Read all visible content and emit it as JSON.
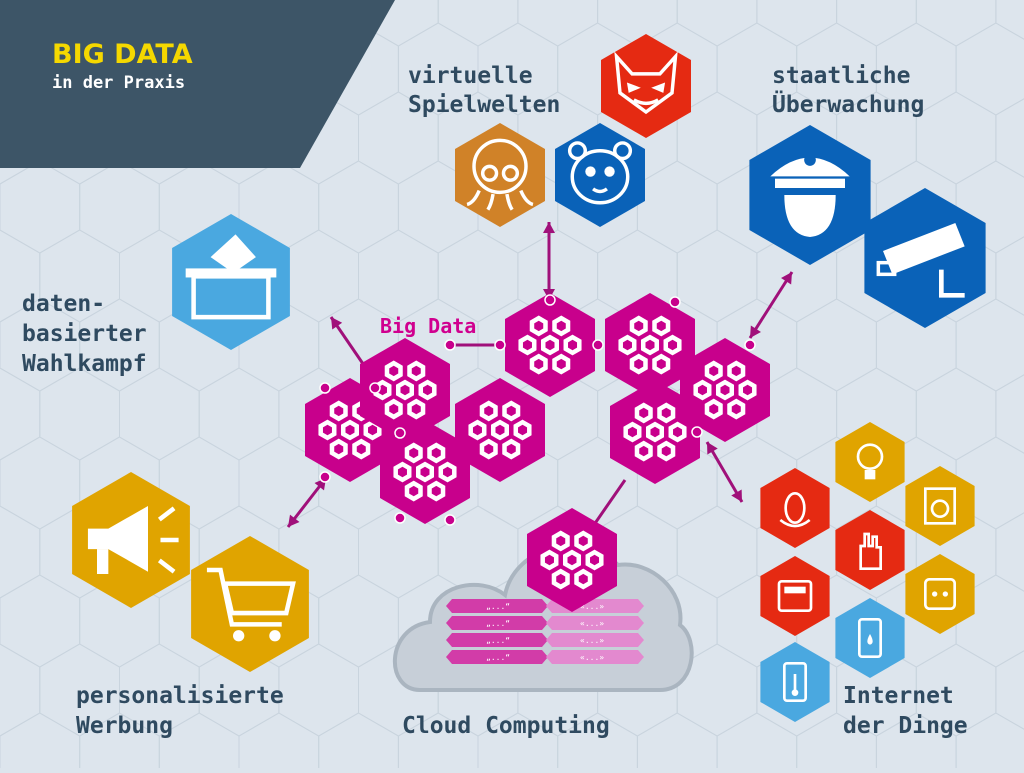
{
  "header": {
    "title": "BIG DATA",
    "subtitle": "in der Praxis"
  },
  "center": {
    "label": "Big Data"
  },
  "topics": {
    "gaming": {
      "line1": "virtuelle",
      "line2": "Spielwelten"
    },
    "surveillance": {
      "line1": "staatliche",
      "line2": "Überwachung"
    },
    "campaign": {
      "line1": "daten-",
      "line2": "basierter",
      "line3": "Wahlkampf"
    },
    "advertising": {
      "line1": "personalisierte",
      "line2": "Werbung"
    },
    "cloud": {
      "label": "Cloud Computing"
    },
    "iot": {
      "line1": "Internet",
      "line2": "der Dinge"
    }
  },
  "cloud_rows": {
    "left": "„...“",
    "right": "«...»"
  },
  "colors": {
    "background": "#dde5ed",
    "header": "#3d5567",
    "magenta": "#c8008c",
    "yellow": "#e0a400",
    "lightblue": "#4aa8e0",
    "blue": "#0a62b8",
    "red": "#e52a12",
    "orange": "#d08228",
    "text": "#2f4a60"
  },
  "icons": {
    "campaign": "ballot-box-icon",
    "advertising": [
      "megaphone-icon",
      "shopping-cart-icon"
    ],
    "gaming": [
      "monster-icon",
      "creature-icon",
      "devil-icon"
    ],
    "surveillance": [
      "police-officer-icon",
      "security-camera-icon"
    ],
    "iot": [
      "fitness-tracker-icon",
      "lightbulb-icon",
      "washing-machine-icon",
      "smart-lock-icon",
      "scale-icon",
      "power-socket-icon",
      "smartphone-icon",
      "thermostat-icon"
    ]
  }
}
